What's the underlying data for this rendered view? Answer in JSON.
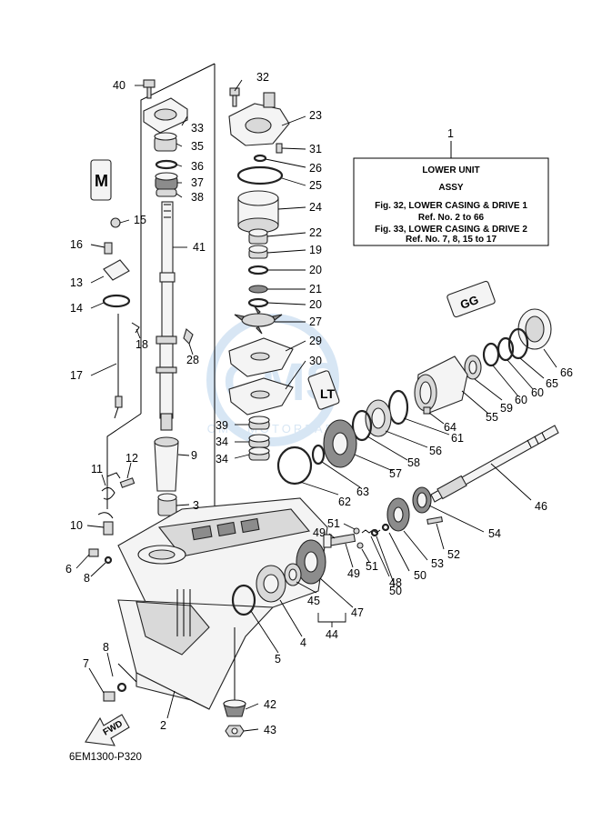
{
  "assembly_box": {
    "ref_number": "1",
    "title": "LOWER UNIT",
    "subtitle": "ASSY",
    "line1": "Fig. 32, LOWER CASING & DRIVE 1",
    "line2": "Ref. No. 2 to 66",
    "line3": "Fig. 33, LOWER CASING & DRIVE 2",
    "line4": "Ref. No. 7, 8, 15 to 17"
  },
  "diagram_code": "6EM1300-P320",
  "fwd_label": "FWD",
  "watermark": "CMS MOTORPARTS",
  "callouts": {
    "c40": "40",
    "c32": "32",
    "c33": "33",
    "c23": "23",
    "c35": "35",
    "c31": "31",
    "c36": "36",
    "c26": "26",
    "c37": "37",
    "c25": "25",
    "c38": "38",
    "c24": "24",
    "c15": "15",
    "c22": "22",
    "c16": "16",
    "c41": "41",
    "c19": "19",
    "c20a": "20",
    "c13": "13",
    "c21": "21",
    "c14": "14",
    "c20b": "20",
    "c27": "27",
    "c18": "18",
    "c29": "29",
    "c28": "28",
    "c17": "17",
    "c30": "30",
    "c66": "66",
    "c65": "65",
    "c60a": "60",
    "c60b": "60",
    "c59": "59",
    "c55": "55",
    "c64": "64",
    "c61": "61",
    "c56": "56",
    "c39": "39",
    "c9": "9",
    "c34a": "34",
    "c34b": "34",
    "c58": "58",
    "c57": "57",
    "c12": "12",
    "c11": "11",
    "c63": "63",
    "c62": "62",
    "c46": "46",
    "c3": "3",
    "c10": "10",
    "c54": "54",
    "c51a": "51",
    "c49a": "49",
    "c52": "52",
    "c6": "6",
    "c8a": "8",
    "c53": "53",
    "c50a": "50",
    "c48": "48",
    "c49b": "49",
    "c51b": "51",
    "c50b": "50",
    "c45": "45",
    "c47": "47",
    "c44": "44",
    "c5": "5",
    "c4": "4",
    "c7": "7",
    "c8b": "8",
    "c42": "42",
    "c2": "2",
    "c43": "43"
  }
}
